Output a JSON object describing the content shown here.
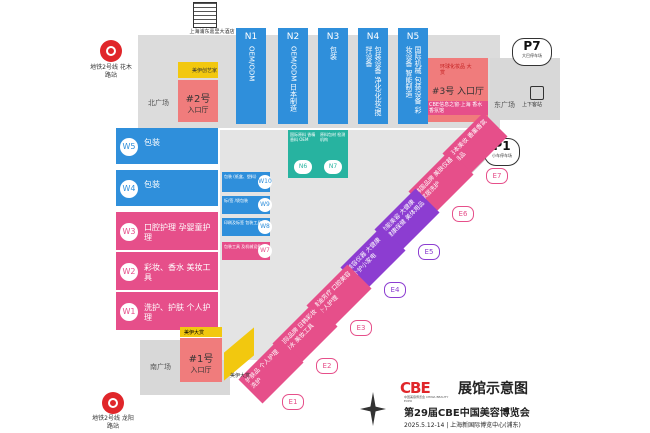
{
  "colors": {
    "blue": "#2f8fdb",
    "pink": "#e64f8a",
    "purple": "#8c3dd1",
    "teal": "#27b3a0",
    "salmon": "#f07c7c",
    "gray": "#d8d8d8",
    "yellow": "#f2c80f",
    "red": "#e0262a",
    "pinkText": "#e64f8a"
  },
  "top": {
    "building_label": "上海浦东嘉里大酒店"
  },
  "north_halls": [
    {
      "id": "N1",
      "label": "OEM/ODM"
    },
    {
      "id": "N2",
      "label": "OEM/ODM 日本制造"
    },
    {
      "id": "N3",
      "label": "包装"
    },
    {
      "id": "N4",
      "label": "包装设备 净化/化妆/搅拌设备"
    },
    {
      "id": "N5",
      "label": "国际机械 包装设备 彩妆设备 智能制造"
    }
  ],
  "west_halls": [
    {
      "id": "W5",
      "label": "包装"
    },
    {
      "id": "W4",
      "label": "包装"
    },
    {
      "id": "W3",
      "label": "口腔护理 孕婴童护理"
    },
    {
      "id": "W2",
      "label": "彩妆、香水 美妆工具"
    },
    {
      "id": "W1",
      "label": "洗护、护肤 个人护理"
    }
  ],
  "inner_halls": [
    {
      "id": "W10",
      "label": "包装 (纸盒、塑料)"
    },
    {
      "id": "W9",
      "label": "标/签 /袋包装"
    },
    {
      "id": "W8",
      "label": "印刷及标签 包装工具"
    },
    {
      "id": "W7",
      "label": "包装工具 及机械设备"
    },
    {
      "id": "N6",
      "label": "国际原料 香精香料 OEM"
    },
    {
      "id": "N7",
      "label": "原料包材 检测机构"
    }
  ],
  "east_halls": [
    {
      "id": "E7",
      "label": "日本美妆 香薰香氛用品"
    },
    {
      "id": "E6",
      "label": "韩国品牌 美肤仪器 家居洗护"
    },
    {
      "id": "E5",
      "label": "功能美容 大健康 健康保健 美体用品"
    },
    {
      "id": "E4",
      "label": "美容仪器 大健康 个护小家电"
    },
    {
      "id": "E3",
      "label": "精油芳疗 口腔美容 个人护理"
    },
    {
      "id": "E2",
      "label": "国际品牌 日韩彩妆 香水 美妆工具"
    },
    {
      "id": "E1",
      "label": "护肤品 个人护理 洗护"
    }
  ],
  "entrances": {
    "e2": {
      "title": "#2号",
      "sub": "入口厅",
      "tag": "美伊创艺家"
    },
    "e3": {
      "title": "#3号 入口厅",
      "tag": "环球化妆品 大赏",
      "note": "CBE信息之窗·上海 香水香氛馆"
    },
    "e1": {
      "title": "#1号",
      "sub": "入口厅",
      "tag": "美伊大赏",
      "tag2": "美伊大赏"
    }
  },
  "squares": {
    "north": "北广场",
    "east": "东广场",
    "south": "南广场"
  },
  "parking": {
    "p7": {
      "code": "P7",
      "desc": "大巴停车场"
    },
    "p1": {
      "code": "P1",
      "desc": "小车停车场"
    },
    "dropoff": "上下客站"
  },
  "metro": {
    "top": "地铁2号线 花木路站",
    "bottom": "地铁2号线 龙阳路站"
  },
  "logo": {
    "brand": "CBE",
    "sub": "中国美容博览会 CHINA BEAUTY EXPO",
    "heading": "展馆示意图",
    "title": "第29届CBE中国美容博览会",
    "date_venue": "2025.5.12-14 | 上海新国际博览中心(浦东)"
  }
}
